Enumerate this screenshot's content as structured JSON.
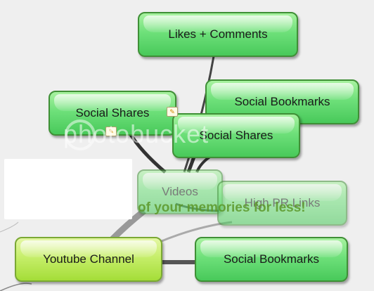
{
  "nodes": {
    "likes_comments": "Likes + Comments",
    "social_bookmarks_top": "Social Bookmarks",
    "social_shares_left": "Social Shares",
    "social_shares_mid": "Social Shares",
    "videos": "Videos",
    "high_pr_links": "High PR Links",
    "youtube_channel": "Youtube Channel",
    "social_bookmarks_bottom": "Social Bookmarks"
  },
  "watermark": {
    "logo": "photobucket",
    "tagline": "of your memories for less!"
  },
  "colors": {
    "node_green": "#6ee07a",
    "node_lime": "#c6ee6a",
    "connector": "#555555",
    "background": "#efefef"
  }
}
